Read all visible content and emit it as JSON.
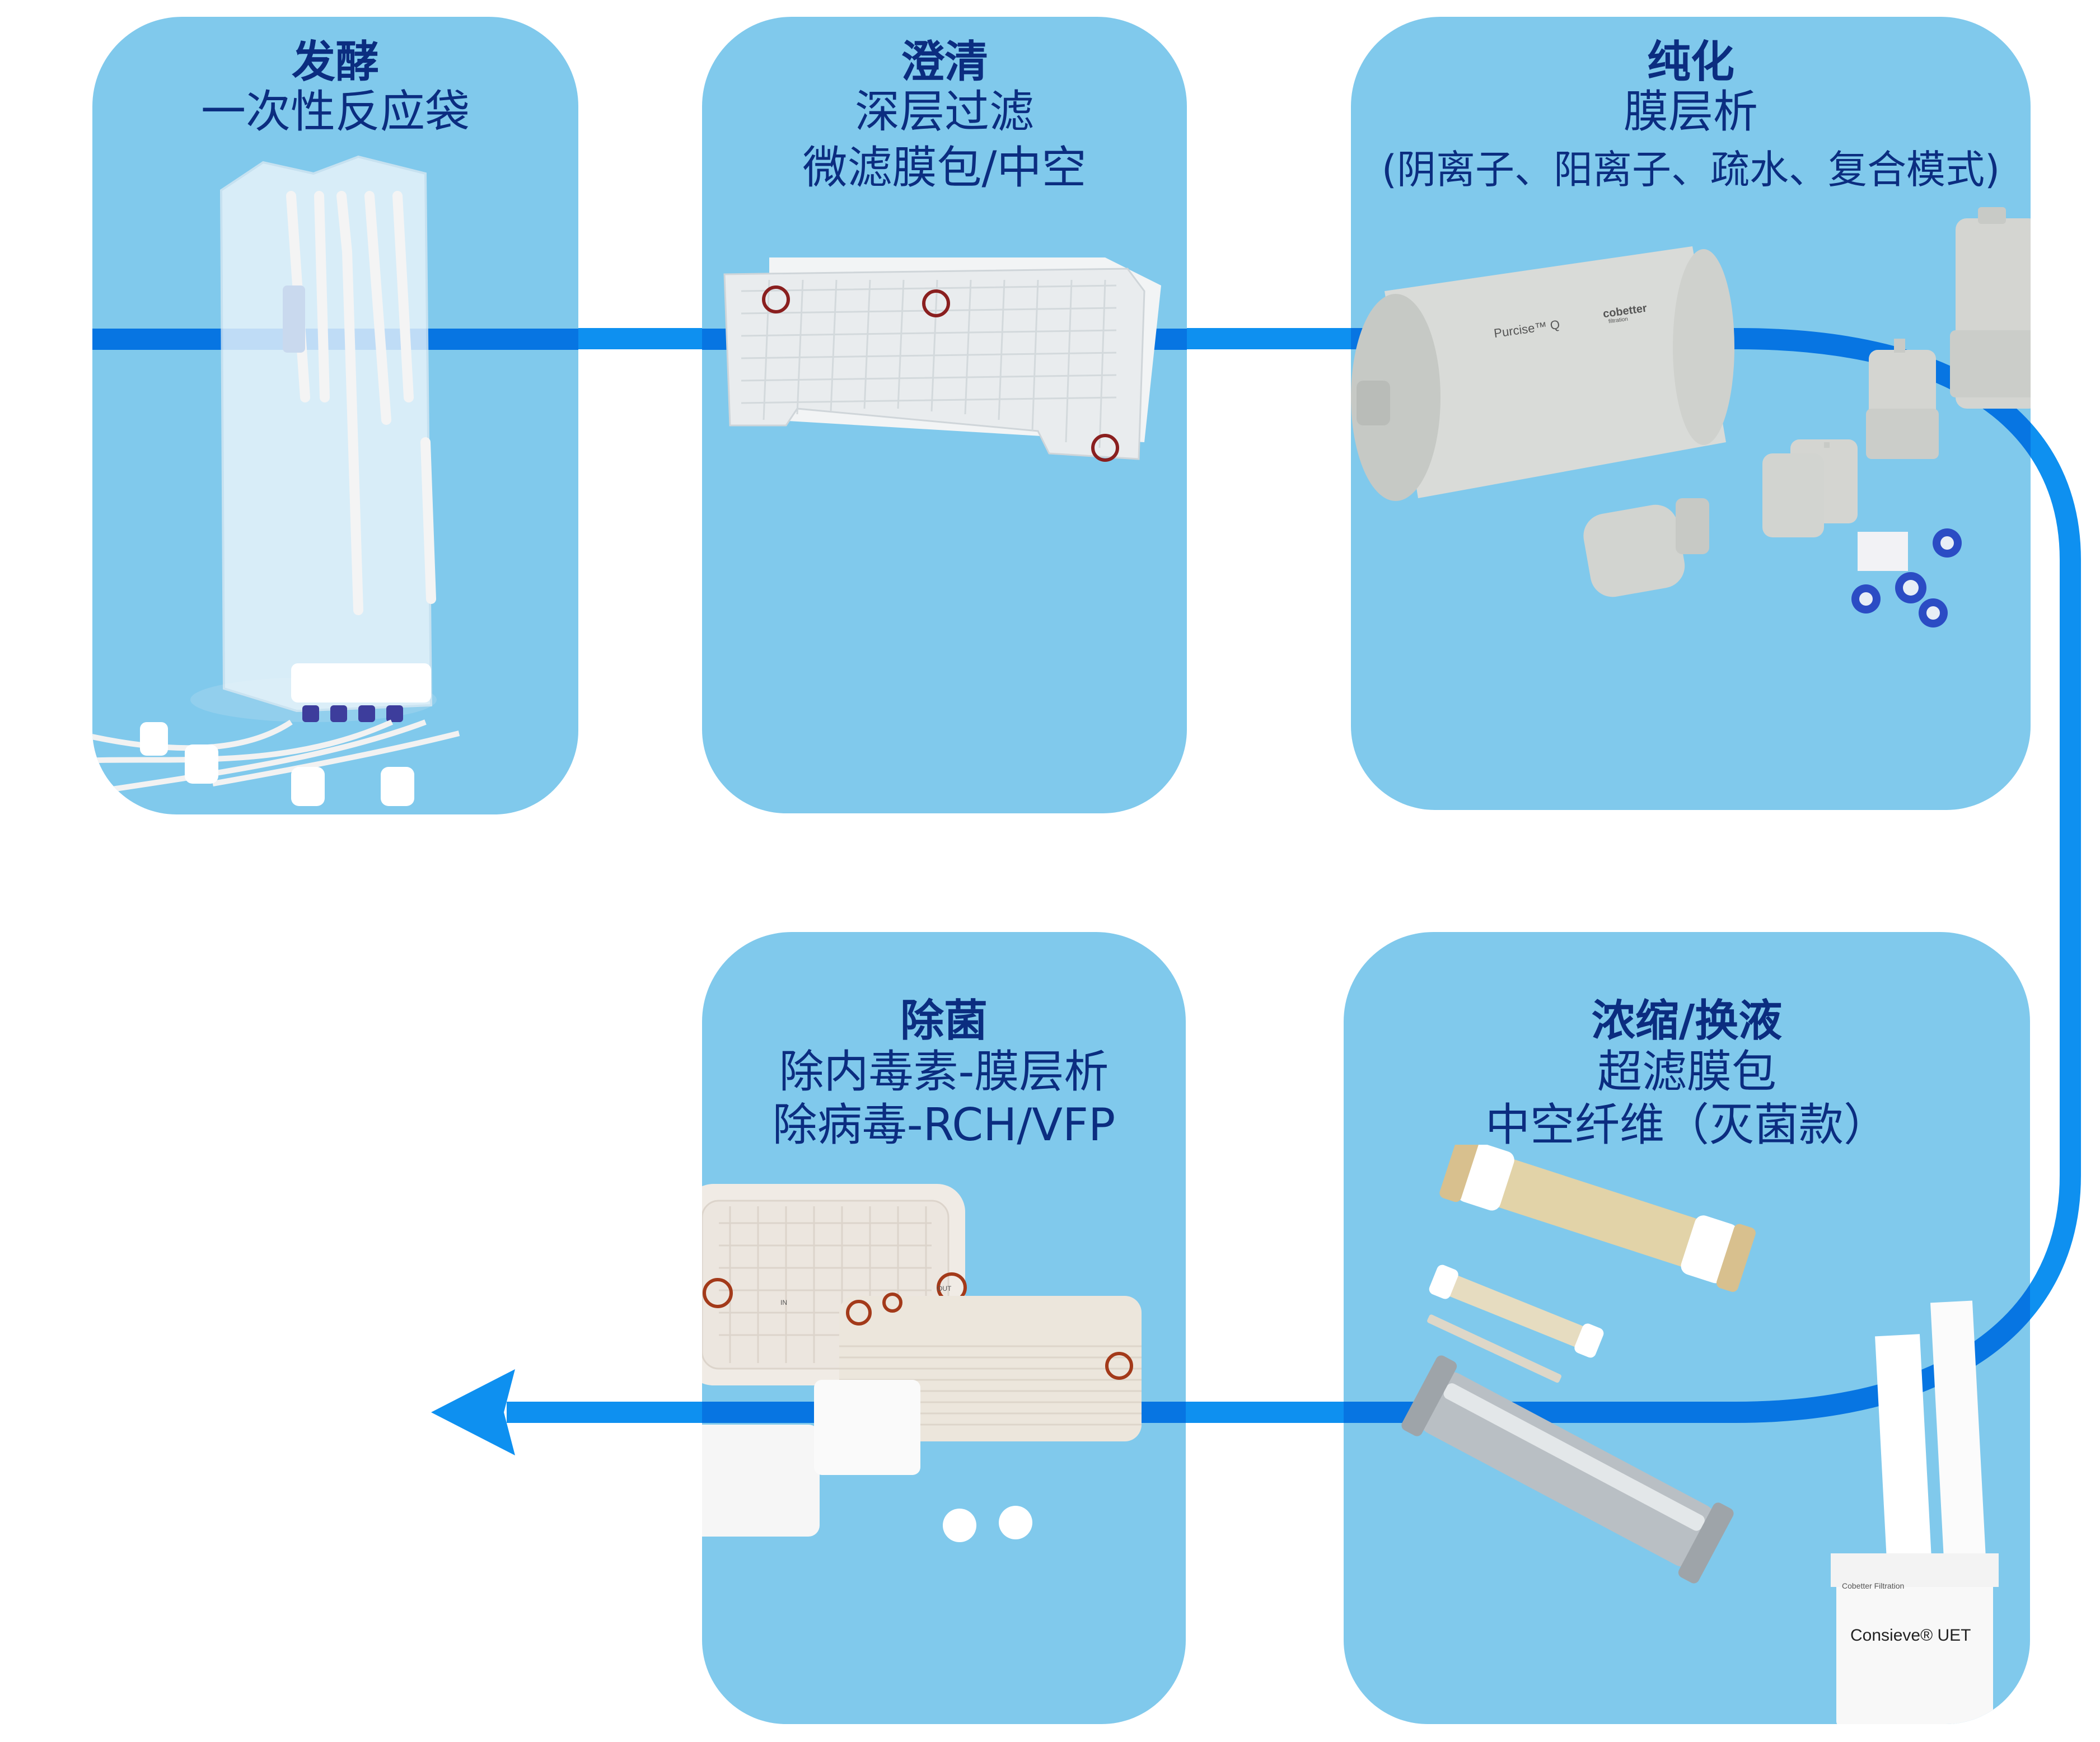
{
  "colors": {
    "box_fill": "#80c9ec",
    "text": "#0b2d80",
    "flow_line": "#0e90f0",
    "flow_line_in_box": "#0775e2"
  },
  "steps": [
    {
      "id": "fermentation",
      "title": "发酵",
      "lines": [
        "一次性反应袋"
      ]
    },
    {
      "id": "clarification",
      "title": "澄清",
      "lines": [
        "深层过滤",
        "微滤膜包/中空"
      ]
    },
    {
      "id": "purification",
      "title": "纯化",
      "lines": [
        "膜层析",
        "(阴离子、阳离子、疏水、复合模式)"
      ],
      "product_labels": {
        "brand": "Purcise™ Q",
        "maker": "cobetter",
        "maker_sub": "filtration"
      }
    },
    {
      "id": "concentration",
      "title": "浓缩/换液",
      "lines": [
        "超滤膜包",
        "中空纤维（灭菌款）"
      ],
      "product_labels": {
        "brand": "Consieve® UET",
        "maker": "Cobetter Filtration"
      }
    },
    {
      "id": "sterilization",
      "title": "除菌",
      "lines": [
        "除内毒素-膜层析",
        "除病毒-RCH/VFP"
      ],
      "product_labels": {
        "in": "IN",
        "out": "OUT"
      }
    }
  ],
  "flow": {
    "direction": "left-arrow-output",
    "arrow_icon": "arrow-left-icon"
  }
}
